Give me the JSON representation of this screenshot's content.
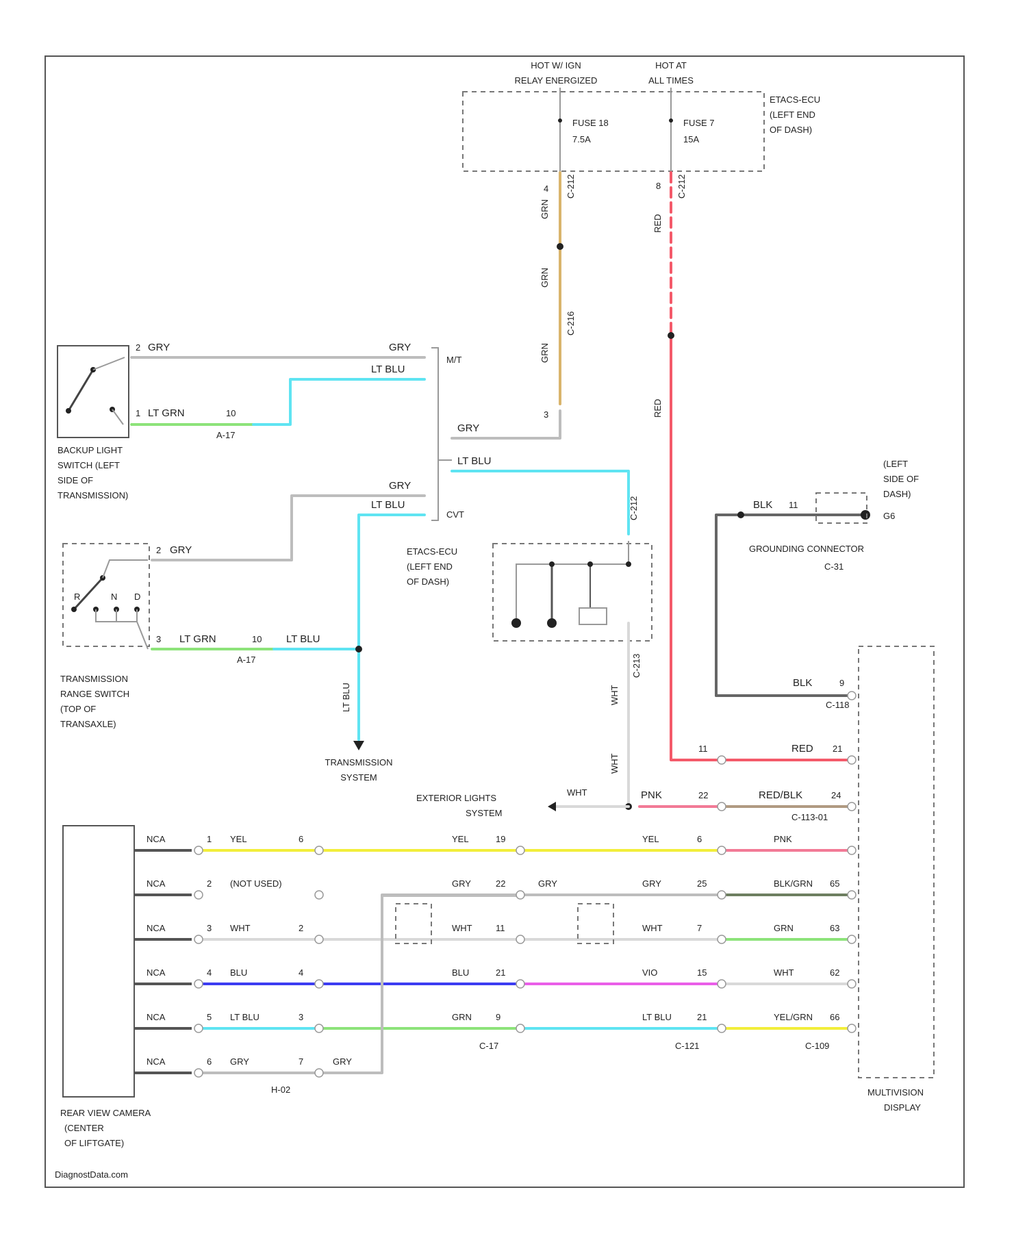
{
  "colors": {
    "GRY": "#bdbdbd",
    "LT_BLU": "#5fe4f2",
    "LT_GRN": "#8de37a",
    "GRN": "#8de37a",
    "YEL": "#f2ee3b",
    "BLU": "#3c3cf2",
    "RED": "#f45a6a",
    "PNK": "#f27a96",
    "WHT": "#d9d9d9",
    "BLK": "#666666",
    "VIO": "#ea5ee8",
    "ORG": "#f5a65e",
    "TAN": "#d9b46c",
    "BROWN": "#b09a82"
  },
  "power": {
    "hot_relay": [
      "HOT W/ IGN",
      "RELAY ENERGIZED"
    ],
    "hot_all": [
      "HOT AT",
      "ALL TIMES"
    ],
    "fuse_a": [
      "FUSE 18",
      "7.5A"
    ],
    "fuse_b": [
      "FUSE 7",
      "15A"
    ],
    "ecu_top": [
      "ETACS-ECU",
      "(LEFT END",
      "OF DASH)"
    ],
    "wire_tan": "GRN",
    "wire_red": "RED",
    "conn_a": "C-212",
    "conn_b": "C-212",
    "conn_c": "C-216",
    "pin_a": "4",
    "pin_b": "3",
    "pin_c": "8"
  },
  "backup_switch": {
    "name": [
      "BACKUP LIGHT",
      "SWITCH (LEFT",
      "SIDE OF",
      "TRANSMISSION)"
    ],
    "pin1": "2",
    "pin2": "1",
    "wire1": "GRY",
    "wire2": "LT GRN",
    "pin_mid": "10",
    "conn": "A-17",
    "label": "M/T"
  },
  "range_switch": {
    "name": [
      "TRANSMISSION",
      "RANGE SWITCH",
      "(TOP OF",
      "TRANSAXLE)"
    ],
    "pin1": "2",
    "pin2": "3",
    "wire1": "GRY",
    "wire2": "LT GRN",
    "pin_mid": "10",
    "conn": "A-17",
    "wire3": "LT BLU",
    "contacts": [
      "R",
      "N",
      "D"
    ],
    "label": "CVT"
  },
  "mid_labels": {
    "gry": "GRY",
    "lt_blu": "LT BLU",
    "vert_lt_blu": "LT BLU",
    "trans_system": [
      "TRANSMISSION",
      "SYSTEM"
    ],
    "ecu_mid": [
      "ETACS-ECU",
      "(LEFT END",
      "OF DASH)"
    ],
    "wht": "WHT",
    "exterior": [
      "EXTERIOR LIGHTS",
      "SYSTEM"
    ],
    "pnk": "PNK",
    "conn_mid": "C-212",
    "conn_mid2": "C-213"
  },
  "ground": {
    "blk": "BLK",
    "pin": "11",
    "side": [
      "(LEFT",
      "SIDE OF",
      "DASH)"
    ],
    "num": "G6",
    "name": "GROUNDING CONNECTOR",
    "conn": "C-31"
  },
  "display": {
    "name": [
      "MULTIVISION",
      "DISPLAY"
    ],
    "blk_pin": "9",
    "blk_conn": "C-118",
    "red_in": "11",
    "red_pin": "21",
    "pnk_in": "22",
    "redblk": "RED/BLK",
    "redblk_pin": "24",
    "conn": "C-113-01",
    "red_label": "RED"
  },
  "camera": {
    "name": [
      "REAR VIEW CAMERA",
      "(CENTER",
      "OF LIFTGATE)"
    ],
    "conn": "H-02",
    "rows": [
      {
        "nca": "NCA",
        "pin": "1",
        "wire": "YEL",
        "pin2": "6",
        "mid": "YEL",
        "mpin": "19",
        "r": "YEL",
        "rpin": "6",
        "d": "PNK",
        "dpin": ""
      },
      {
        "nca": "NCA",
        "pin": "2",
        "wire": "(NOT USED)",
        "pin2": "",
        "mid": "GRY",
        "mpin": "22",
        "r": "GRY",
        "rpin": "25",
        "d": "BLK/GRN",
        "dpin": "65"
      },
      {
        "nca": "NCA",
        "pin": "3",
        "wire": "WHT",
        "pin2": "2",
        "mid": "WHT",
        "mpin": "11",
        "r": "WHT",
        "rpin": "7",
        "d": "GRN",
        "dpin": "63"
      },
      {
        "nca": "NCA",
        "pin": "4",
        "wire": "BLU",
        "pin2": "4",
        "mid": "BLU",
        "mpin": "21",
        "r": "VIO",
        "rpin": "15",
        "d": "WHT",
        "dpin": "62"
      },
      {
        "nca": "NCA",
        "pin": "5",
        "wire": "LT BLU",
        "pin2": "3",
        "mid": "GRN",
        "mpin": "9",
        "r": "LT BLU",
        "rpin": "21",
        "d": "YEL/GRN",
        "dpin": "66"
      },
      {
        "nca": "NCA",
        "pin": "6",
        "wire": "GRY",
        "pin2": "7",
        "mid": "GRY",
        "mpin": "",
        "r": "",
        "rpin": "",
        "d": "",
        "dpin": ""
      }
    ],
    "grey_conn_r": "C-121",
    "grey_conn_d": "C-109",
    "c17": "C-17",
    "gry_mid": "GRY"
  },
  "footer": "DiagnostData.com"
}
